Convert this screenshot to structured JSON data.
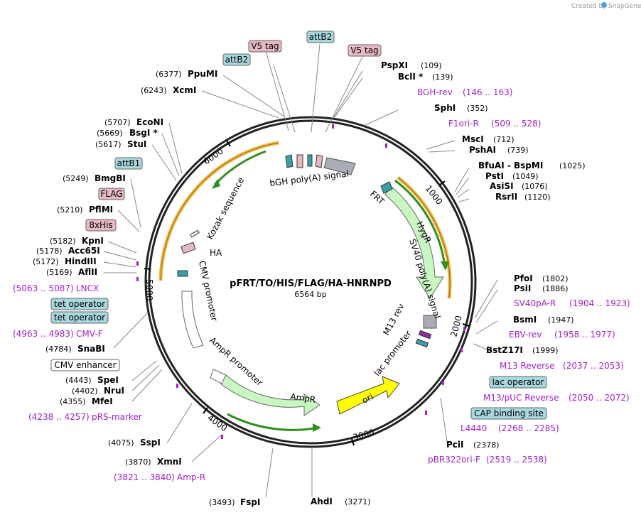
{
  "credit": {
    "prefix": "Created by",
    "brand": "SnapGene"
  },
  "plasmid": {
    "name": "pFRT/TO/HIS/FLAG/HA-HNRNPD",
    "length": "6564 bp"
  },
  "ticks": [
    "1000",
    "2000",
    "3000",
    "4000",
    "5000",
    "6000"
  ],
  "colors": {
    "orange": "#f4b63f",
    "green": "#2f8f1c",
    "arrow_fill": "#c9f7c2",
    "ori_fill": "#ffff00",
    "box_blue": "#a8d8de",
    "box_pink": "#e6b8c2",
    "primer": "#a020d0"
  },
  "features": {
    "bgh": "bGH poly(A) signal",
    "kozak": "Kozak sequence",
    "ha": "HA",
    "cmv": "CMV promoter",
    "frt": "FRT",
    "hygr": "HygR",
    "sv40": "SV40 poly(A) signal",
    "m13rev": "M13 rev",
    "lacp": "lac promoter",
    "ampr_prom": "AmpR promoter",
    "ampr": "AmpR",
    "ori": "ori"
  },
  "boxes": {
    "attb2_top": "attB2",
    "v5_left": "V5 tag",
    "v5_right": "V5 tag",
    "attb2_left": "attB2",
    "attb1": "attB1",
    "flag": "FLAG",
    "his": "8xHis",
    "tet1": "tet operator",
    "tet2": "tet operator",
    "cmv_enh": "CMV enhancer",
    "lac_op": "lac operator",
    "cap": "CAP binding site"
  },
  "enzymes": [
    {
      "pos": "(109)",
      "name": "PspXI"
    },
    {
      "pos": "(139)",
      "name": "BclI *"
    },
    {
      "pos": "(352)",
      "name": "SphI"
    },
    {
      "pos": "(712)",
      "name": "MscI"
    },
    {
      "pos": "(739)",
      "name": "PshAI"
    },
    {
      "pos": "(1025)",
      "name": "BfuAI - BspMI"
    },
    {
      "pos": "(1049)",
      "name": "PstI"
    },
    {
      "pos": "(1076)",
      "name": "AsiSI"
    },
    {
      "pos": "(1120)",
      "name": "RsrII"
    },
    {
      "pos": "(1802)",
      "name": "PfoI"
    },
    {
      "pos": "(1886)",
      "name": "PsiI"
    },
    {
      "pos": "(1947)",
      "name": "BsmI"
    },
    {
      "pos": "(1999)",
      "name": "BstZ17I"
    },
    {
      "pos": "(2378)",
      "name": "PciI"
    },
    {
      "pos": "(3271)",
      "name": "AhdI"
    },
    {
      "pos": "(3493)",
      "name": "FspI"
    },
    {
      "pos": "(3870)",
      "name": "XmnI"
    },
    {
      "pos": "(4075)",
      "name": "SspI"
    },
    {
      "pos": "(4355)",
      "name": "MfeI"
    },
    {
      "pos": "(4402)",
      "name": "NruI"
    },
    {
      "pos": "(4443)",
      "name": "SpeI"
    },
    {
      "pos": "(4784)",
      "name": "SnaBI"
    },
    {
      "pos": "(5169)",
      "name": "AflII"
    },
    {
      "pos": "(5172)",
      "name": "HindIII"
    },
    {
      "pos": "(5178)",
      "name": "Acc65I"
    },
    {
      "pos": "(5182)",
      "name": "KpnI"
    },
    {
      "pos": "(5210)",
      "name": "PflMI"
    },
    {
      "pos": "(5249)",
      "name": "BmgBI"
    },
    {
      "pos": "(5617)",
      "name": "StuI"
    },
    {
      "pos": "(5669)",
      "name": "BsgI *"
    },
    {
      "pos": "(5707)",
      "name": "EcoNI"
    },
    {
      "pos": "(6243)",
      "name": "XcmI"
    },
    {
      "pos": "(6377)",
      "name": "PpuMI"
    }
  ],
  "primers": [
    {
      "name": "BGH-rev",
      "range": "(146 .. 163)"
    },
    {
      "name": "F1ori-R",
      "range": "(509 .. 528)"
    },
    {
      "name": "SV40pA-R",
      "range": "(1904 .. 1923)"
    },
    {
      "name": "EBV-rev",
      "range": "(1958 .. 1977)"
    },
    {
      "name": "M13 Reverse",
      "range": "(2037 .. 2053)"
    },
    {
      "name": "M13/pUC Reverse",
      "range": "(2050 .. 2072)"
    },
    {
      "name": "L4440",
      "range": "(2268 .. 2285)"
    },
    {
      "name": "pBR322ori-F",
      "range": "(2519 .. 2538)"
    },
    {
      "name": "Amp-R",
      "range": "(3821 .. 3840)"
    },
    {
      "name": "pRS-marker",
      "range": "(4238 .. 4257)"
    },
    {
      "name": "CMV-F",
      "range": "(4963 .. 4983)"
    },
    {
      "name": "LNCX",
      "range": "(5063 .. 5087)"
    }
  ]
}
